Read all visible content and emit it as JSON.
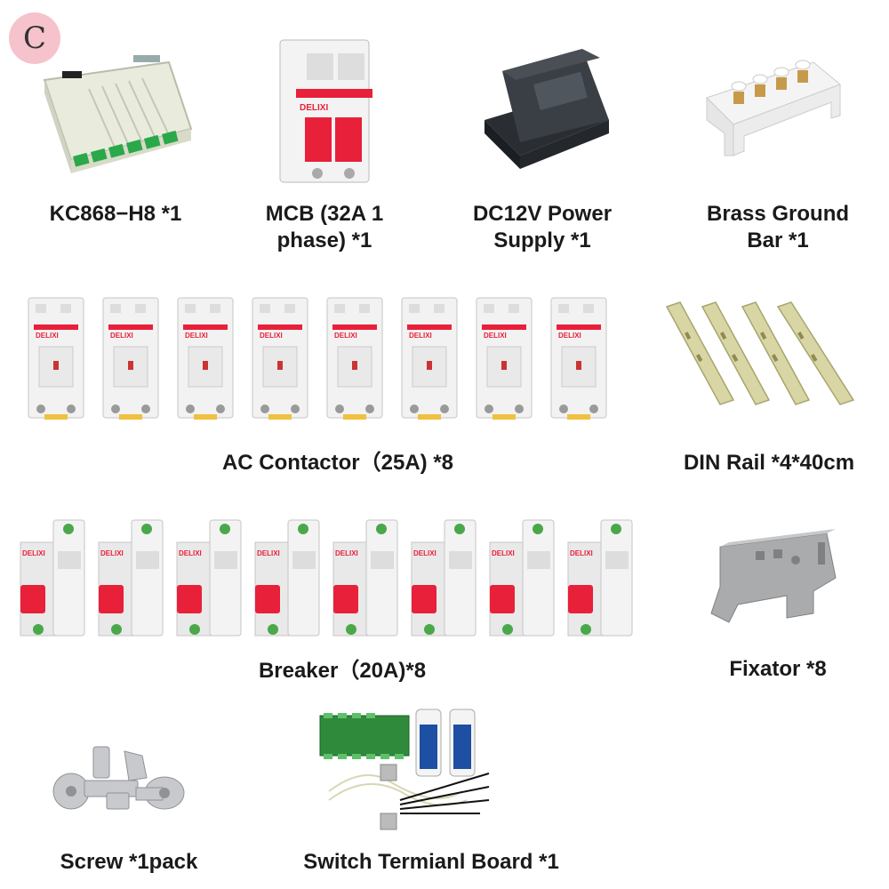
{
  "badge": {
    "letter": "C",
    "color": "#f6c2cc"
  },
  "items": [
    {
      "name": "controller",
      "label_lines": [
        "KC868−H8 *1"
      ]
    },
    {
      "name": "mcb",
      "label_lines": [
        "MCB (32A 1",
        "phase) *1"
      ],
      "brand": "DELIXI"
    },
    {
      "name": "power-supply",
      "label_lines": [
        "DC12V Power",
        "Supply  *1"
      ]
    },
    {
      "name": "ground-bar",
      "label_lines": [
        "Brass Ground",
        "Bar *1"
      ]
    },
    {
      "name": "ac-contactor",
      "label_lines": [
        "AC Contactor（25A) *8"
      ],
      "count": 8,
      "brand": "DELIXI"
    },
    {
      "name": "din-rail",
      "label_lines": [
        "DIN Rail *4*40cm"
      ],
      "count": 4
    },
    {
      "name": "breaker",
      "label_lines": [
        "Breaker（20A)*8"
      ],
      "count": 8,
      "brand": "DELIXI"
    },
    {
      "name": "fixator",
      "label_lines": [
        "Fixator *8"
      ]
    },
    {
      "name": "screw",
      "label_lines": [
        "Screw *1pack"
      ]
    },
    {
      "name": "switch-terminal-board",
      "label_lines": [
        "Switch Termianl Board *1"
      ]
    }
  ],
  "colors": {
    "accent_red": "#e8203a",
    "module_white": "#f2f2f2",
    "pcb_green": "#2f8a3c",
    "remote_blue": "#1d4fa3"
  }
}
